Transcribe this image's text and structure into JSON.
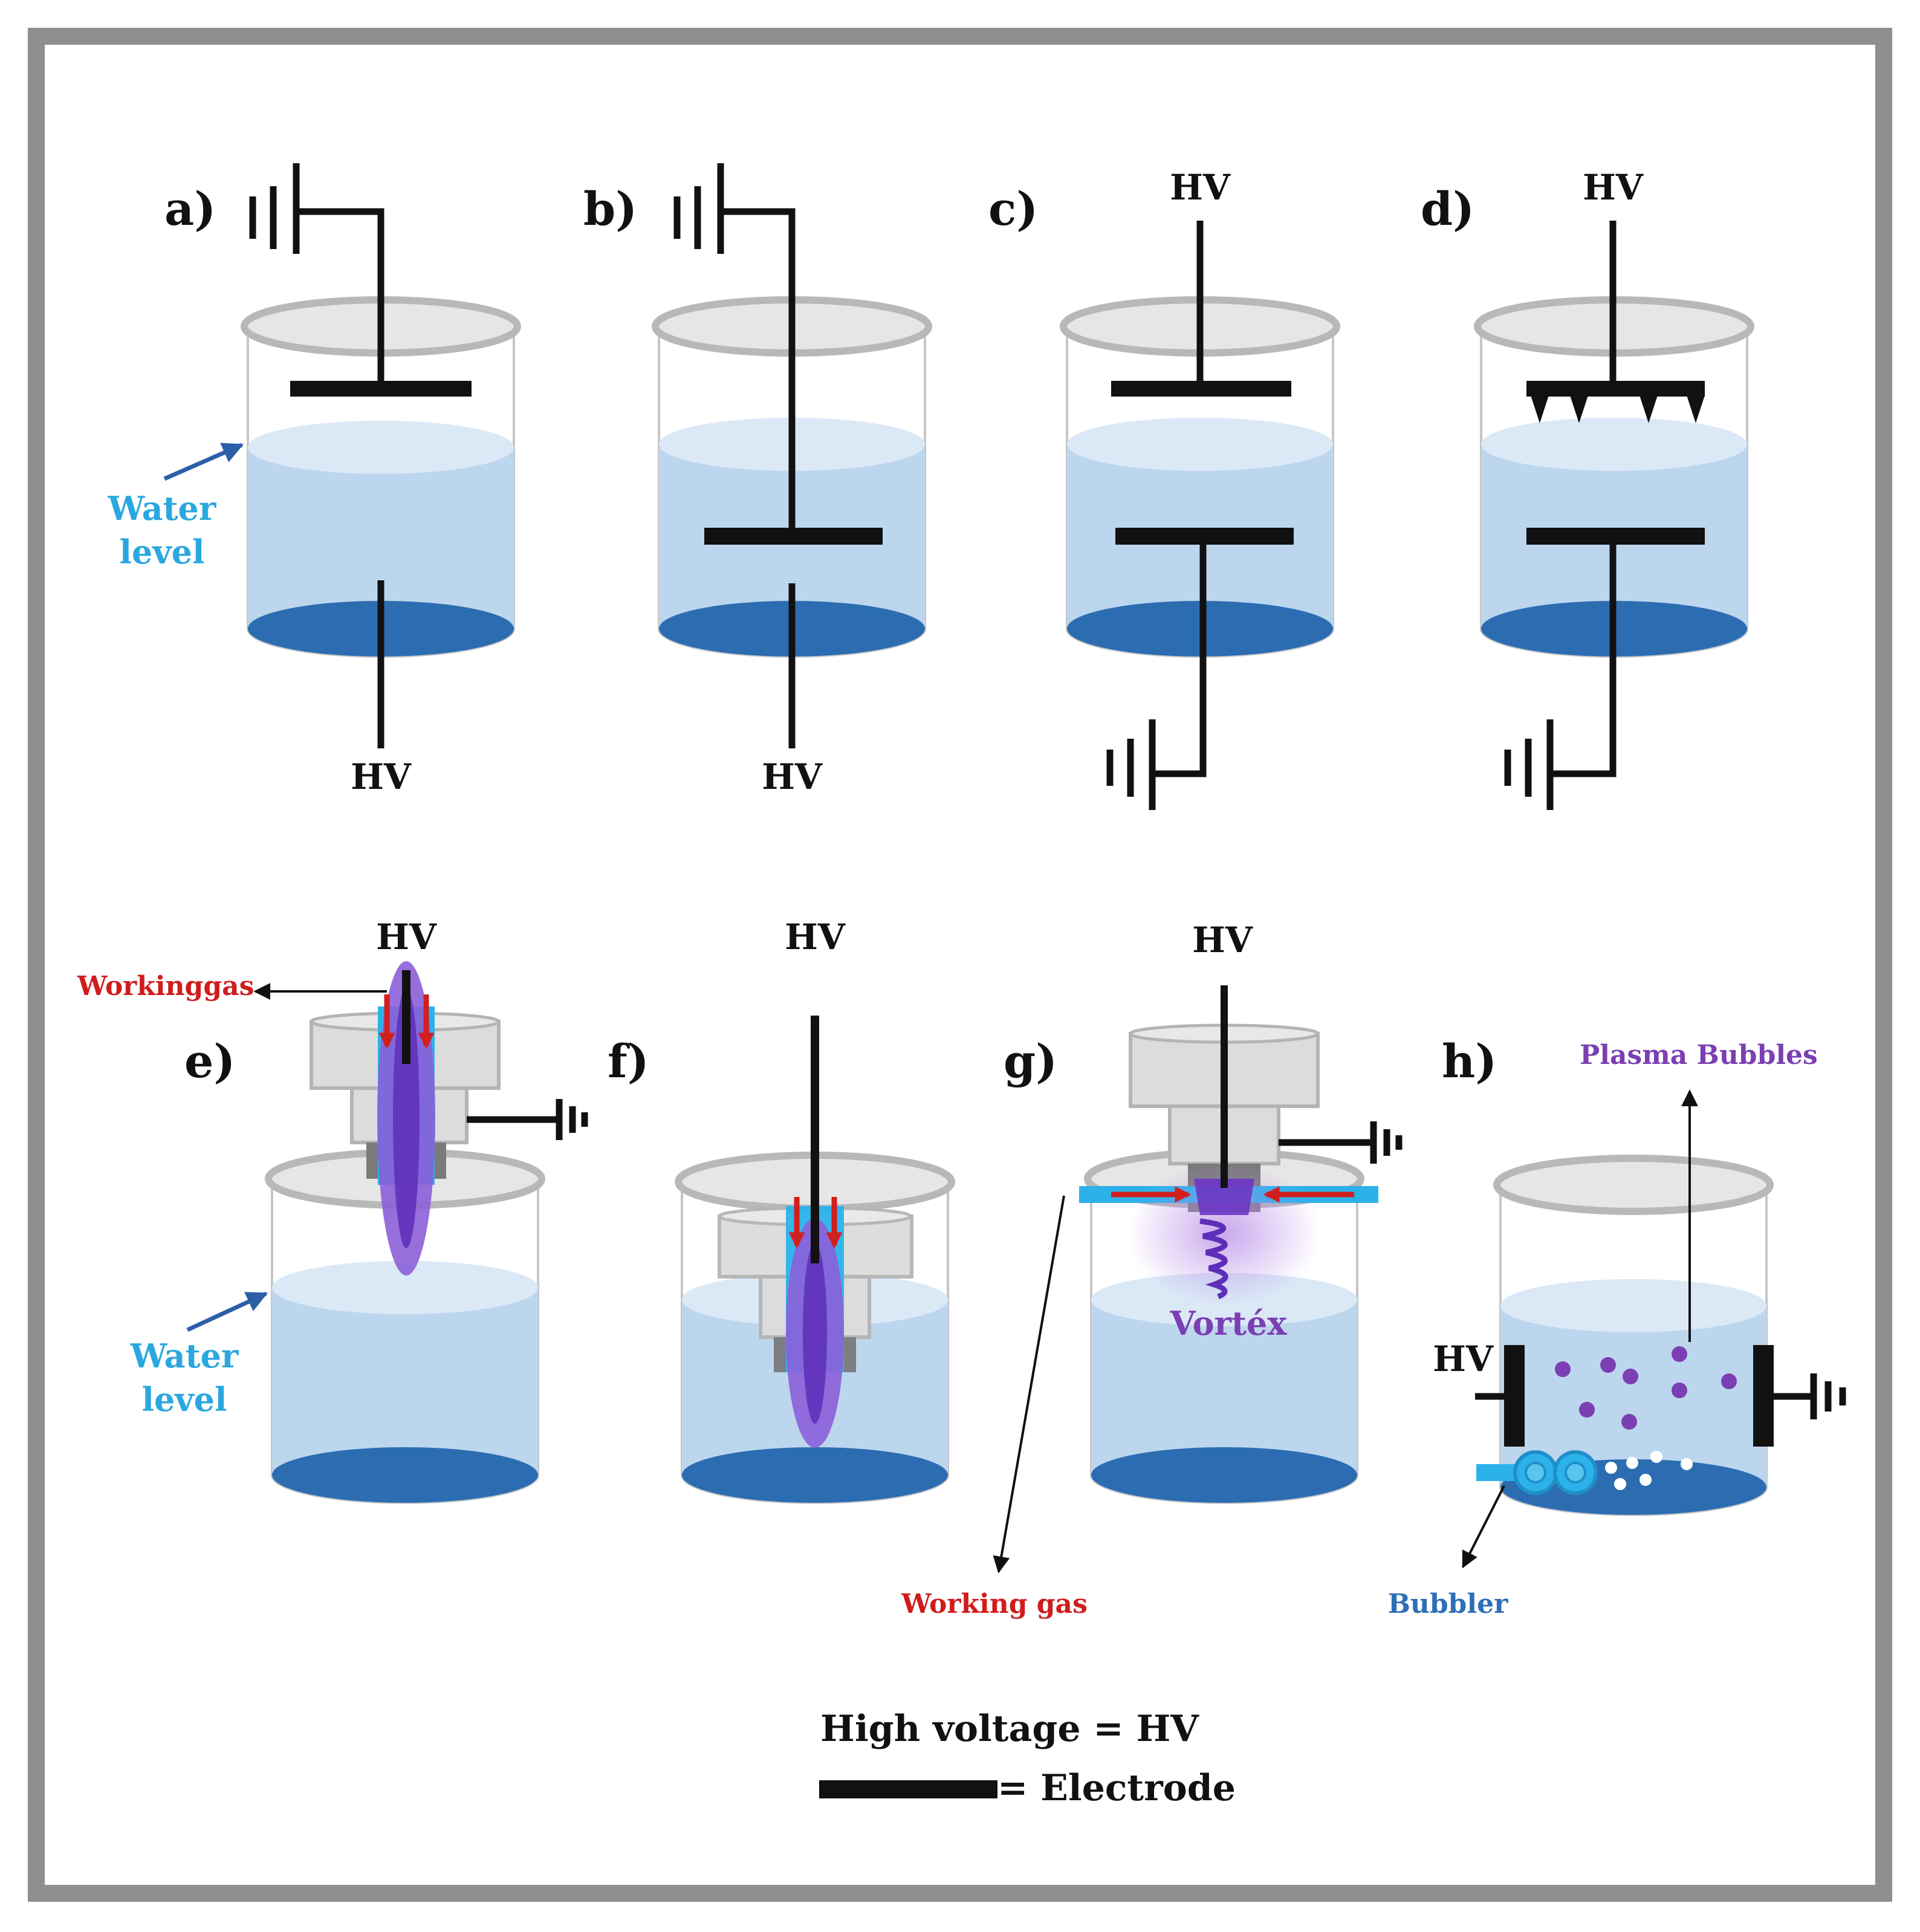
{
  "colors": {
    "water_light": "#bcd6ee",
    "water_surface": "#dbe8f6",
    "water_bottom": "#2c6db2",
    "rim": "#d8d8d8",
    "wall": "#c8c8c8",
    "electrode": "#111111",
    "plasma": "#7a3fc4",
    "gas_arrow": "#d11f1f",
    "gas_tube": "#2cb2ea",
    "label_water": "#2aa7df",
    "label_gas": "#d01c1c",
    "label_plasma": "#7b3fb3",
    "label_bubbler": "#2d6fb7",
    "pointer_arrow": "#2d5ea8",
    "bubble_white": "#ffffff"
  },
  "panels": {
    "a": {
      "label": "a)",
      "hv": "HV"
    },
    "b": {
      "label": "b)",
      "hv": "HV"
    },
    "c": {
      "label": "c)",
      "hv": "HV"
    },
    "d": {
      "label": "d)",
      "hv": "HV"
    },
    "e": {
      "label": "e)",
      "hv": "HV"
    },
    "f": {
      "label": "f)",
      "hv": "HV"
    },
    "g": {
      "label": "g)",
      "hv": "HV"
    },
    "h": {
      "label": "h)",
      "hv": "HV"
    }
  },
  "labels": {
    "water_level_line1": "Water",
    "water_level_line2": "level",
    "working_gas": "Workinggas",
    "working_gas_bottom": "Working gas",
    "vortex": "Vortéx",
    "plasma_bubbles": "Plasma Bubbles",
    "bubbler": "Bubbler"
  },
  "legend": {
    "hv_definition": "High voltage = HV",
    "electrode_definition": "= Electrode"
  }
}
